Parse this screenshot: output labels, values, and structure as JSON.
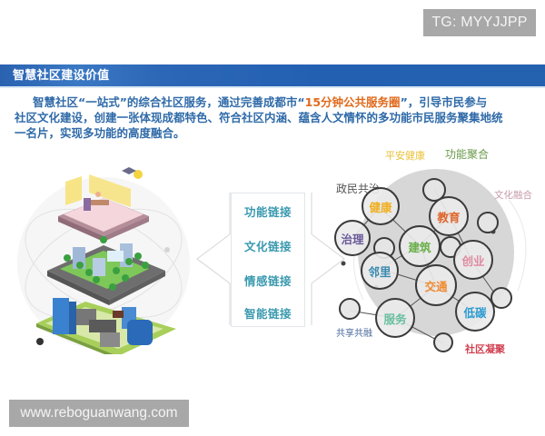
{
  "watermarks": {
    "top": "TG: MYYJJPP",
    "bottom": "www.reboguanwang.com"
  },
  "header": {
    "title": "智慧社区建设价值",
    "bg_color": "#2462b0"
  },
  "intro": {
    "line1_prefix": "智慧社区“一站式”的综合社区服务，通过完善成都市“",
    "line1_highlight": "15分钟公共服务圈",
    "line1_suffix": "”，引导市民参与",
    "line2": "社区文化建设，创建一张体现成都特色、符合社区内涵、蕴含人文情怀的多功能市民服务聚集地统",
    "line3": "一名片，实现多功能的高度融合。",
    "text_color": "#2f6aa8",
    "highlight_color": "#e06a1c"
  },
  "links": {
    "items": [
      "功能链接",
      "文化链接",
      "情感链接",
      "智能链接"
    ],
    "color": "#3a9ab0"
  },
  "diagram": {
    "outer_labels": [
      {
        "text": "平安健康",
        "color": "#e8c23a"
      },
      {
        "text": "功能聚合",
        "color": "#6a9a4a"
      },
      {
        "text": "政民共治",
        "color": "#555555"
      },
      {
        "text": "文化融合",
        "color": "#c79aa8"
      },
      {
        "text": "共享共融",
        "color": "#4a6a9a"
      },
      {
        "text": "社区凝聚",
        "color": "#d04050"
      }
    ],
    "bubbles": [
      {
        "text": "健康",
        "color": "#f0b020"
      },
      {
        "text": "教育",
        "color": "#e0642a"
      },
      {
        "text": "治理",
        "color": "#6a5a9a"
      },
      {
        "text": "建筑",
        "color": "#6ab04a"
      },
      {
        "text": "创业",
        "color": "#e08aa0"
      },
      {
        "text": "邻里",
        "color": "#3a8ab0"
      },
      {
        "text": "交通",
        "color": "#f08a30"
      },
      {
        "text": "服务",
        "color": "#6ac0a0"
      },
      {
        "text": "低碳",
        "color": "#2a9ad0"
      }
    ]
  }
}
